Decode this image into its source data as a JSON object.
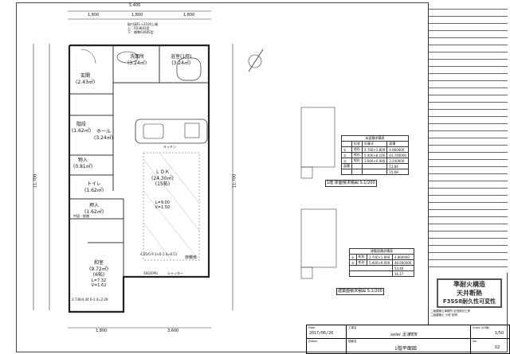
{
  "plan": {
    "dims_top": [
      "5,400",
      "1,800",
      "1,800",
      "1,800"
    ],
    "dim_left": "11,700",
    "dim_right": "11,700",
    "dims_bottom": [
      "1,800",
      "3,600"
    ],
    "window_note": [
      "取付高FL+2100上端",
      "上：FD3603型",
      "下：標準0360S型"
    ],
    "rooms": [
      {
        "name": "玄関",
        "area": "(2.43㎡)"
      },
      {
        "name": "洗面所",
        "area": "(3.24㎡)"
      },
      {
        "name": "浴室(1坪)",
        "area": "(3.24㎡)"
      },
      {
        "name": "階段",
        "area": "(1.62㎡)"
      },
      {
        "name": "ホール",
        "area": "(3.24㎡)"
      },
      {
        "name": "物入",
        "area": "(0.81㎡)"
      },
      {
        "name": "トイレ",
        "area": "(1.62㎡)"
      },
      {
        "name": "押入",
        "area": "(1.62㎡)"
      },
      {
        "name": "ＬＤＫ",
        "area": "(24.30㎡)",
        "tatami": "(15帖)",
        "l": "L=9.00",
        "v": "V=1.50"
      },
      {
        "name": "和室",
        "area": "(9.72㎡)",
        "tatami": "(6帖)",
        "l": "L=7.32",
        "v": "V=1.62"
      }
    ],
    "notes": [
      "キッチン",
      "床暖房",
      "16020PG",
      "シャッター",
      "中段・枕棚",
      "4.95/0.9 3×6-1.4=6.51",
      "2.736/4.44 6-1.4=2.29"
    ]
  },
  "area_calc_1": {
    "title": "床面積求積表",
    "headers": [
      "形状",
      "計算式",
      "面積"
    ],
    "rows": [
      [
        "①",
        "矩形",
        "2.700×1.800",
        "4.860000"
      ],
      [
        "②",
        "矩形",
        "5.400×8.100",
        "43.740000"
      ],
      [
        "③",
        "矩形",
        "3.600×0.900",
        "3.240000"
      ]
    ],
    "total_label": "面積",
    "total_sqm": "51.84",
    "total_tsubo": "15.68",
    "caption": "1階 床面積求積図 S:1/200"
  },
  "area_calc_2": {
    "title": "建築面積求積表",
    "rows": [
      [
        "①",
        "矩形",
        "2.700×1.800",
        "4.860000"
      ],
      [
        "②",
        "矩形",
        "5.400×9.000",
        "48.600000"
      ]
    ],
    "total_sqm": "53.46",
    "total_tsubo": "16.17",
    "caption": "建築面積求積図 S:1/200"
  },
  "stamp": [
    "準耐火構造",
    "天井断熱",
    "F3SS8耐久性可変性"
  ],
  "architect": [
    "二級建築士事務所",
    "吉田設計工房",
    "二級建築士",
    "小林 宏明"
  ],
  "title_block": {
    "date_label": "Date",
    "date": "2017/06/20",
    "project_label": "工事名",
    "project": "solei 王津町Ⅱ",
    "scale_label": "Scale (A3版)",
    "scale": "1/50",
    "drawn_label": "Drawn",
    "drawing_label": "図面名",
    "drawing": "1階平面図",
    "no_label": "No.",
    "no": "02"
  }
}
